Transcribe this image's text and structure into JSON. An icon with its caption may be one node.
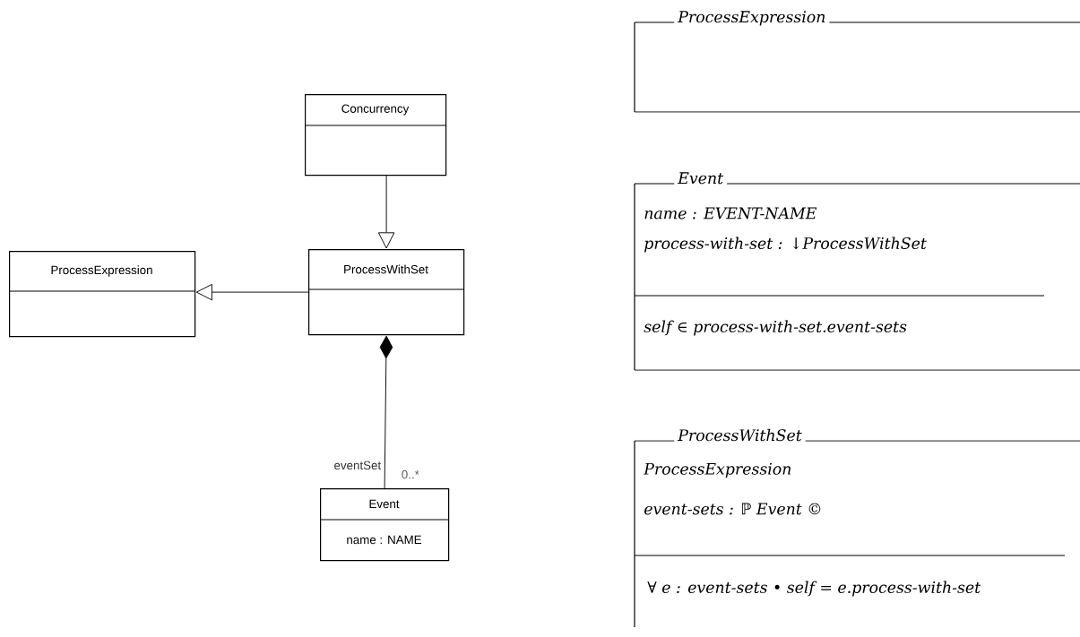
{
  "diagram": {
    "nodes": [
      {
        "text": [
          "Concurrency"
        ]
      },
      {
        "text": [
          "ProcessExpression"
        ]
      },
      {
        "text": [
          "ProcessWithSet"
        ]
      },
      {
        "text": [
          "Event",
          "name : NAME"
        ],
        "beside": [
          "0..*"
        ]
      },
      {
        "text": [
          "ProcessExpression"
        ]
      },
      {
        "text": [
          "Event",
          "name : EVENT-NAME",
          "process-with-set : ↓ProcessWithSet",
          "self ∈ process-with-set.event-sets"
        ]
      },
      {
        "text": [
          "ProcessWithSet",
          "ProcessExpression",
          "event-sets : ℙ Event ©",
          "∀ e : event-sets • self = e.process-with-set"
        ]
      }
    ],
    "edges": [
      {
        "from": 0,
        "to": 2,
        "arrow": "to"
      },
      {
        "from": 2,
        "to": 1,
        "arrow": "to"
      },
      {
        "from": 2,
        "to": 3,
        "arrow": "other",
        "label": "eventSet"
      }
    ]
  }
}
